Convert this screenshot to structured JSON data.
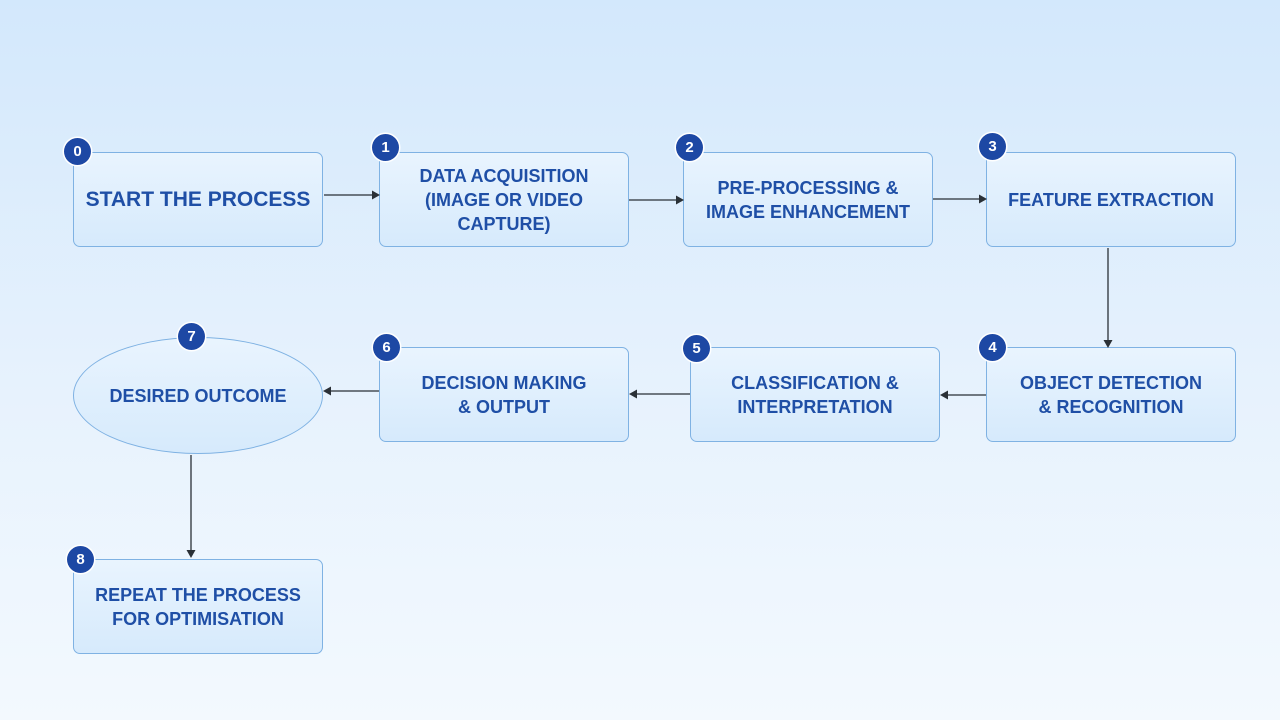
{
  "diagram": {
    "nodes": [
      {
        "step": "0",
        "label": "START THE PROCESS"
      },
      {
        "step": "1",
        "label": "DATA ACQUISITION\n(IMAGE OR VIDEO\nCAPTURE)"
      },
      {
        "step": "2",
        "label": "PRE-PROCESSING &\nIMAGE ENHANCEMENT"
      },
      {
        "step": "3",
        "label": "FEATURE EXTRACTION"
      },
      {
        "step": "4",
        "label": "OBJECT DETECTION\n& RECOGNITION"
      },
      {
        "step": "5",
        "label": "CLASSIFICATION &\nINTERPRETATION"
      },
      {
        "step": "6",
        "label": "DECISION MAKING\n& OUTPUT"
      },
      {
        "step": "7",
        "label": "DESIRED OUTCOME"
      },
      {
        "step": "8",
        "label": "REPEAT THE PROCESS\nFOR OPTIMISATION"
      }
    ],
    "edges": [
      {
        "from": "0",
        "to": "1"
      },
      {
        "from": "1",
        "to": "2"
      },
      {
        "from": "2",
        "to": "3"
      },
      {
        "from": "3",
        "to": "4"
      },
      {
        "from": "4",
        "to": "5"
      },
      {
        "from": "5",
        "to": "6"
      },
      {
        "from": "6",
        "to": "7"
      },
      {
        "from": "7",
        "to": "8"
      }
    ],
    "colors": {
      "node_text": "#1f4fa6",
      "badge": "#1d48a4",
      "node_border": "#7fb2e3",
      "connector": "#2a3036"
    }
  }
}
